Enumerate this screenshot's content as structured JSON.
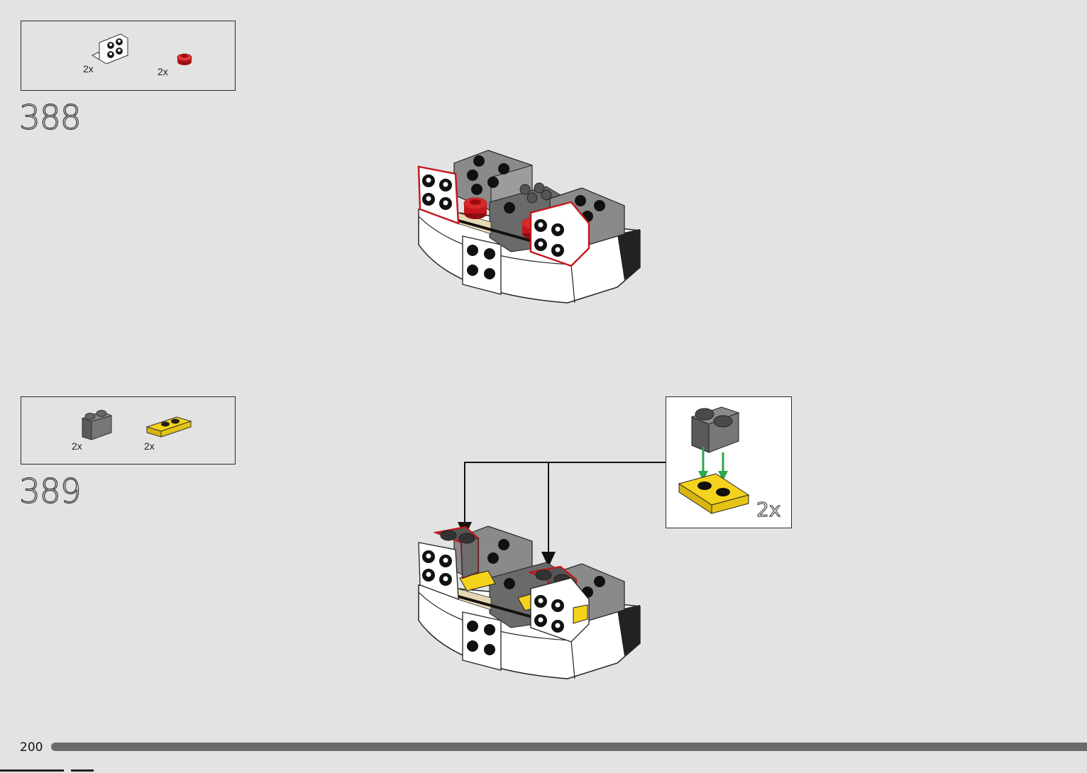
{
  "steps": [
    {
      "number": "388",
      "parts": [
        {
          "qty": "2x",
          "icon": "white-bracket-2x2"
        },
        {
          "qty": "2x",
          "icon": "red-round-plate-1x1"
        }
      ]
    },
    {
      "number": "389",
      "parts": [
        {
          "qty": "2x",
          "icon": "dark-gray-brick-1x2"
        },
        {
          "qty": "2x",
          "icon": "yellow-plate-1x3-jumper"
        }
      ]
    }
  ],
  "callout": {
    "qty": "2x"
  },
  "footer": {
    "page_number": "200"
  },
  "colors": {
    "background": "#e3e3e3",
    "highlight": "#c4161c",
    "arrow_green": "#2aa84a",
    "yellow": "#f5d31c",
    "progress": "#6b6b6b"
  }
}
